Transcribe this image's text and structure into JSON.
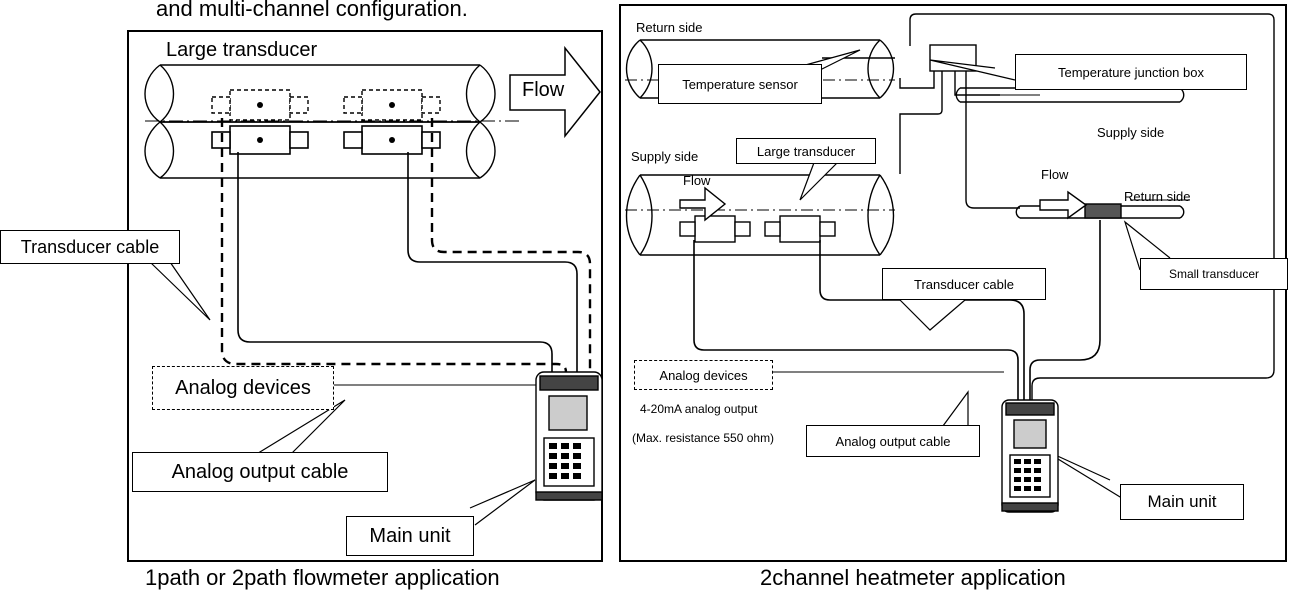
{
  "top_caption": "and multi-channel configuration.",
  "left": {
    "large_transducer": "Large transducer",
    "flow": "Flow",
    "transducer_cable": "Transducer cable",
    "analog_devices": "Analog devices",
    "analog_output_cable": "Analog output cable",
    "main_unit": "Main unit",
    "caption": "1path or 2path flowmeter application"
  },
  "right": {
    "return_side_top": "Return side",
    "temperature_sensor": "Temperature sensor",
    "temperature_junction_box": "Temperature junction box",
    "supply_side_right": "Supply side",
    "supply_side_left": "Supply side",
    "large_transducer": "Large transducer",
    "flow_left": "Flow",
    "flow_right": "Flow",
    "return_side_right": "Return side",
    "small_transducer": "Small transducer",
    "transducer_cable": "Transducer cable",
    "analog_devices": "Analog devices",
    "analog_output": "4-20mA analog output",
    "max_resistance": "(Max. resistance 550 ohm)",
    "analog_output_cable": "Analog output cable",
    "main_unit": "Main unit",
    "caption": "2channel heatmeter application"
  }
}
